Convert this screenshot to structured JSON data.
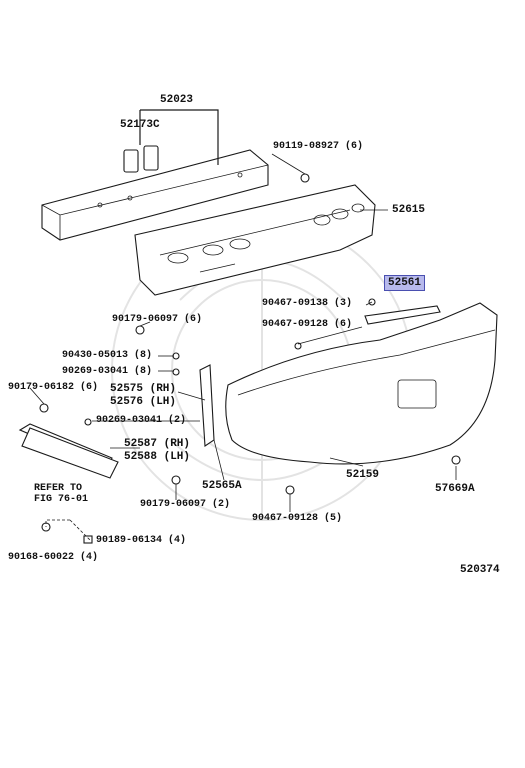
{
  "diagram_title": "",
  "watermark": "seal",
  "highlight_color": "#b7b9ec",
  "callouts": {
    "c52023": "52023",
    "c52173C": "52173C",
    "c90119": "90119-08927 (6)",
    "c52615": "52615",
    "c52561": "52561",
    "c90467a": "90467-09138 (3)",
    "c90467b": "90467-09128 (6)",
    "c90179a": "90179-06097 (6)",
    "c90430": "90430-05013 (8)",
    "c90269a": "90269-03041 (8)",
    "c90179b": "90179-06182 (6)",
    "c52575": "52575 (RH)",
    "c52576": "52576 (LH)",
    "c90269b": "90269-03041 (2)",
    "c52587": "52587 (RH)",
    "c52588": "52588 (LH)",
    "refer1": "REFER TO",
    "refer2": "FIG 76-01",
    "c52565A": "52565A",
    "c52159": "52159",
    "c57669A": "57669A",
    "c90179c": "90179-06097 (2)",
    "c90467c": "90467-09128 (5)",
    "c90168": "90168-60022 (4)",
    "c90189": "90189-06134 (4)",
    "figure_number": "520374"
  }
}
